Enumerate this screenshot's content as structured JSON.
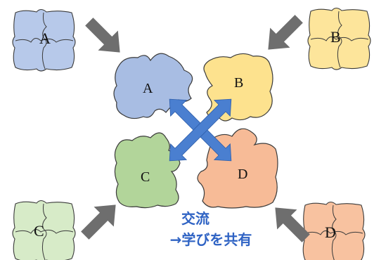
{
  "colors": {
    "a_fill": "#a8bde3",
    "b_fill": "#fde28e",
    "c_fill": "#b2d59a",
    "d_fill": "#f7bb97",
    "a_small": "#b7c9ea",
    "b_small": "#fde59b",
    "c_small": "#d7ebc8",
    "d_small": "#f8c2a0",
    "outline": "#3a3a3a",
    "gray_arrow": "#6e6e6e",
    "blue_arrow": "#4a7fd0",
    "caption": "#2f63c4"
  },
  "pieces": {
    "a": "A",
    "b": "B",
    "c": "C",
    "d": "D"
  },
  "small_puzzles": {
    "a": "A",
    "b": "B",
    "c": "C",
    "d": "D"
  },
  "caption": {
    "line1": "交流",
    "line2": "→学びを共有"
  },
  "icons": {
    "arrows_in": "arrow-icon",
    "exchange": "cross-double-arrow-icon"
  }
}
